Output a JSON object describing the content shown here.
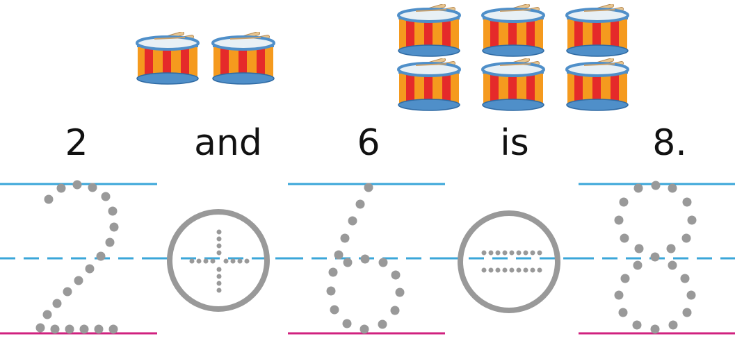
{
  "sentence": {
    "first_number": "2",
    "conjunction": "and",
    "second_number": "6",
    "verb": "is",
    "total": "8."
  },
  "groups": [
    {
      "name": "left-drum-group",
      "count": 2
    },
    {
      "name": "right-drum-group",
      "count": 6
    }
  ],
  "tracing": [
    "2",
    "+",
    "6",
    "=",
    "8"
  ],
  "colors": {
    "top_line": "#3aa6d9",
    "mid_line": "#3aa6d9",
    "base_line": "#d0217f",
    "dots": "#999999",
    "drum_orange": "#f59a1e",
    "drum_red": "#e52a2a",
    "drum_rim": "#4f8fc9",
    "stick": "#e8c58f"
  },
  "icons": {
    "drum": "drum-icon",
    "plus": "plus-circle-icon",
    "equals": "equals-circle-icon"
  }
}
